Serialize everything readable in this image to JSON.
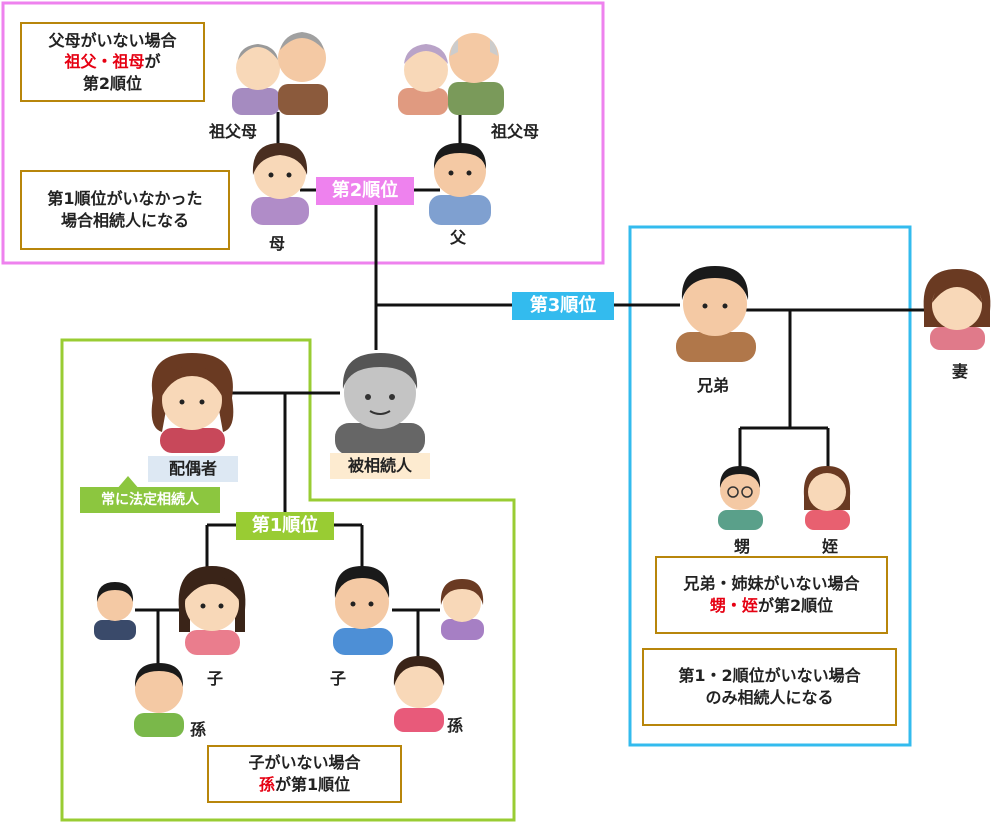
{
  "colors": {
    "gen2": "#ee82ee",
    "gen1": "#99cc33",
    "gen3": "#33bbee",
    "note_border": "#b8860b",
    "accent_red": "#e60012",
    "line": "#111111"
  },
  "tags": {
    "gen2": "第2順位",
    "gen1": "第1順位",
    "gen3": "第3順位"
  },
  "notes": {
    "grandparents": {
      "line1": "父母がいない場合",
      "line2_red": "祖父・祖母",
      "line2_tail": "が",
      "line3": "第2順位"
    },
    "gen2_condition": {
      "line1": "第1順位がいなかった",
      "line2": "場合相続人になる"
    },
    "grandchild": {
      "line1": "子がいない場合",
      "line2_red": "孫",
      "line2_tail": "が第1順位"
    },
    "nephew": {
      "line1": "兄弟・姉妹がいない場合",
      "line2_red": "甥・姪",
      "line2_tail": "が第2順位"
    },
    "gen3_condition": {
      "line1": "第1・2順位がいない場合",
      "line2": "のみ相続人になる"
    }
  },
  "labels": {
    "grandparents_left": "祖父母",
    "grandparents_right": "祖父母",
    "mother": "母",
    "father": "父",
    "deceased": "被相続人",
    "spouse": "配偶者",
    "spouse_callout": "常に法定相続人",
    "child_left": "子",
    "child_right": "子",
    "grandchild_left": "孫",
    "grandchild_right": "孫",
    "sibling": "兄弟",
    "sibling_wife": "妻",
    "nephew": "甥",
    "niece": "姪"
  }
}
